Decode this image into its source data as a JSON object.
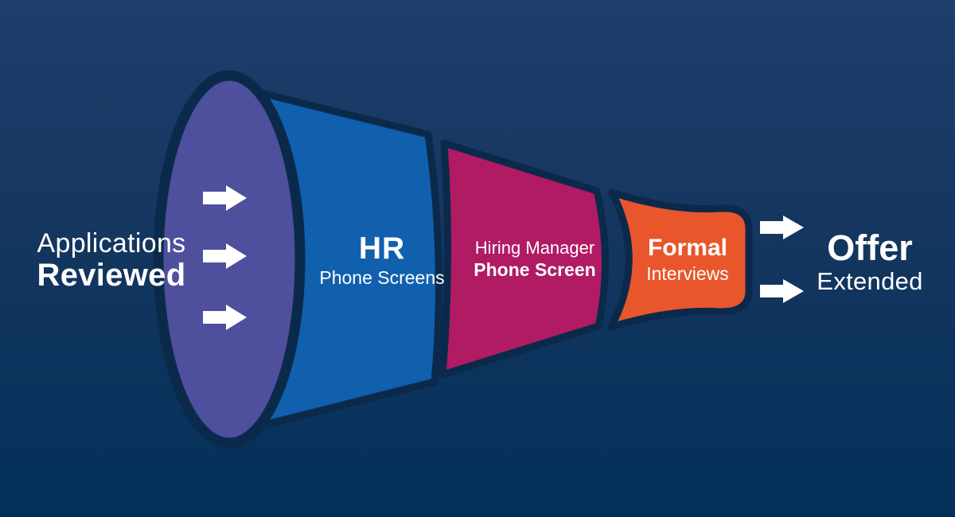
{
  "meta": {
    "diagram_type": "hiring-funnel-infographic"
  },
  "colors": {
    "background_top": "#1e3e6c",
    "background_bottom": "#03305a",
    "outline": "#0b2a4b",
    "arrow": "#ffffff",
    "text": "#ffffff",
    "stage_applications": "#4e4f9d",
    "stage_hr": "#1160ae",
    "stage_hiring_manager": "#b01b64",
    "stage_formal": "#e9562b"
  },
  "left_label": {
    "line1": "Applications",
    "line2": "Reviewed"
  },
  "stages": [
    {
      "id": "applications-reviewed",
      "shape": "ellipse",
      "title": "",
      "subtitle": ""
    },
    {
      "id": "hr-phone-screens",
      "title": "HR",
      "subtitle": "Phone Screens"
    },
    {
      "id": "hiring-manager-phone-screen",
      "title": "Hiring Manager",
      "subtitle": "Phone Screen"
    },
    {
      "id": "formal-interviews",
      "title": "Formal",
      "subtitle": "Interviews"
    }
  ],
  "right_label": {
    "line1": "Offer",
    "line2": "Extended"
  },
  "icons": {
    "inflow_arrow": "right-arrow",
    "outflow_arrow": "right-arrow",
    "inflow_count": 3,
    "outflow_count": 2
  }
}
